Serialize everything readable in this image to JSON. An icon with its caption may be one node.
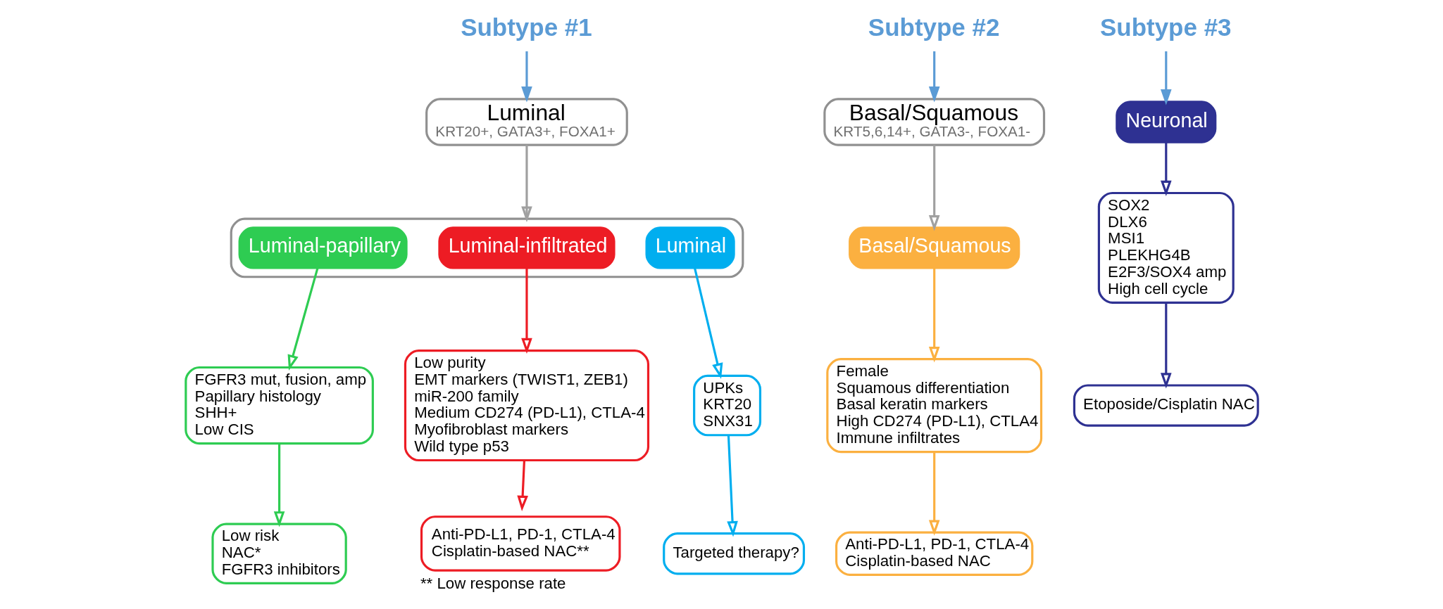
{
  "diagram": {
    "nodes": [
      {
        "text": [
          "Subtype #1"
        ]
      },
      {
        "text": [
          "Luminal",
          "KRT20+, GATA3+, FOXA1+"
        ]
      },
      {
        "text": [
          "Subtype #2"
        ]
      },
      {
        "text": [
          "Basal/Squamous",
          "KRT5,6,14+, GATA3-, FOXA1-"
        ]
      },
      {
        "text": [
          "Subtype #3"
        ]
      },
      {
        "text": [],
        "shape": "box"
      },
      {
        "text": [
          "Luminal-papillary"
        ],
        "in": 5
      },
      {
        "text": [
          "Luminal-infiltrated"
        ],
        "in": 5
      },
      {
        "text": [
          "Luminal"
        ],
        "in": 5
      },
      {
        "text": [
          "Basal/Squamous"
        ]
      },
      {
        "text": [
          "Neuronal"
        ]
      },
      {
        "text": [
          "FGFR3 mut, fusion, amp",
          "Papillary histology",
          "SHH+",
          "Low CIS"
        ]
      },
      {
        "text": [
          "Low purity",
          "EMT markers (TWIST1, ZEB1)",
          "miR-200 family",
          "Medium CD274 (PD-L1), CTLA-4",
          "Myofibroblast markers",
          "Wild type p53"
        ]
      },
      {
        "text": [
          "UPKs",
          "KRT20",
          "SNX31"
        ]
      },
      {
        "text": [
          "Female",
          "Squamous differentiation",
          "Basal keratin markers",
          "High CD274 (PD-L1), CTLA4",
          "Immune infiltrates"
        ]
      },
      {
        "text": [
          "SOX2",
          "DLX6",
          "MSI1",
          "PLEKHG4B",
          "E2F3/SOX4 amp",
          "High cell cycle"
        ]
      },
      {
        "text": [
          "Low risk",
          "NAC*",
          "FGFR3 inhibitors"
        ]
      },
      {
        "text": [
          "Anti-PD-L1, PD-1, CTLA-4",
          "Cisplatin-based NAC**"
        ],
        "beside": [
          "** Low response rate"
        ]
      },
      {
        "text": [
          "Targeted therapy?"
        ]
      },
      {
        "text": [
          "Anti-PD-L1, PD-1, CTLA-4",
          "Cisplatin-based NAC"
        ]
      },
      {
        "text": [
          "Etoposide/Cisplatin NAC"
        ]
      }
    ],
    "edges": [
      {
        "from": 0,
        "to": 1,
        "arrow": "to",
        "color": "#5b9bd5"
      },
      {
        "from": 2,
        "to": 3,
        "arrow": "to",
        "color": "#5b9bd5"
      },
      {
        "from": 4,
        "to": 10,
        "arrow": "to",
        "color": "#5b9bd5"
      },
      {
        "from": 1,
        "to": 5,
        "arrow": "to",
        "color": "#a0a0a0"
      },
      {
        "from": 3,
        "to": 9,
        "arrow": "to",
        "color": "#a0a0a0"
      },
      {
        "from": 6,
        "to": 11,
        "arrow": "to",
        "color": "#2ecc52"
      },
      {
        "from": 7,
        "to": 12,
        "arrow": "to",
        "color": "#ed1c24"
      },
      {
        "from": 8,
        "to": 13,
        "arrow": "to",
        "color": "#00aeef"
      },
      {
        "from": 9,
        "to": 14,
        "arrow": "to",
        "color": "#fbb040"
      },
      {
        "from": 10,
        "to": 15,
        "arrow": "to",
        "color": "#2e3192"
      },
      {
        "from": 11,
        "to": 16,
        "arrow": "to",
        "color": "#2ecc52"
      },
      {
        "from": 12,
        "to": 17,
        "arrow": "to",
        "color": "#ed1c24"
      },
      {
        "from": 13,
        "to": 18,
        "arrow": "to",
        "color": "#00aeef"
      },
      {
        "from": 14,
        "to": 19,
        "arrow": "to",
        "color": "#fbb040"
      },
      {
        "from": 15,
        "to": 20,
        "arrow": "to",
        "color": "#2e3192"
      }
    ]
  }
}
